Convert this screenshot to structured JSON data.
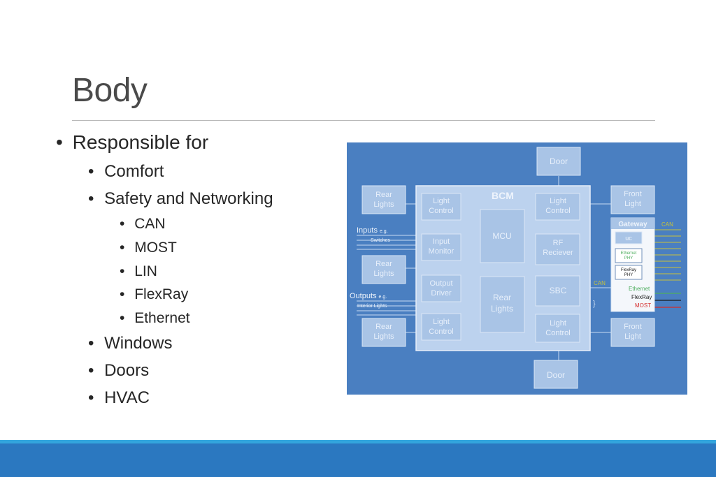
{
  "slide": {
    "title": "Body",
    "bullets": [
      {
        "text": "Responsible for",
        "level": 1
      },
      {
        "text": "Comfort",
        "level": 2
      },
      {
        "text": "Safety and Networking",
        "level": 2
      },
      {
        "text": "CAN",
        "level": 3
      },
      {
        "text": "MOST",
        "level": 3
      },
      {
        "text": "LIN",
        "level": 3
      },
      {
        "text": "FlexRay",
        "level": 3
      },
      {
        "text": "Ethernet",
        "level": 3
      },
      {
        "text": "Windows",
        "level": 2
      },
      {
        "text": "Doors",
        "level": 2
      },
      {
        "text": "HVAC",
        "level": 2
      }
    ],
    "bullet_char": "•"
  },
  "diagram": {
    "bcm_label": "BCM",
    "blocks": {
      "door_top": "Door",
      "door_bottom": "Door",
      "rear_lights_1": [
        "Rear",
        "Lights"
      ],
      "rear_lights_2": [
        "Rear",
        "Lights"
      ],
      "rear_lights_3": [
        "Rear",
        "Lights"
      ],
      "light_control_1": [
        "Light",
        "Control"
      ],
      "input_monitor": [
        "Input",
        "Monitor"
      ],
      "output_driver": [
        "Output",
        "Driver"
      ],
      "light_control_2": [
        "Light",
        "Control"
      ],
      "mcu": "MCU",
      "rear_lights_center": [
        "Rear",
        "Lights"
      ],
      "light_control_3": [
        "Light",
        "Control"
      ],
      "rf_receiver": [
        "RF",
        "Reciever"
      ],
      "sbc": "SBC",
      "light_control_4": [
        "Light",
        "Control"
      ],
      "front_light_1": [
        "Front",
        "Light"
      ],
      "front_light_2": [
        "Front",
        "Light"
      ]
    },
    "inputs_label": "Inputs",
    "inputs_eg": "e.g.",
    "inputs_sub": "Switches",
    "outputs_label": "Outputs",
    "outputs_eg": "e.g.",
    "outputs_sub": "Interior Lights",
    "can_label_1": "CAN",
    "gateway": {
      "title": "Gateway",
      "can_label": "CAN",
      "uc": "uc",
      "eth_phy": [
        "Ethernet",
        "PHY"
      ],
      "flexray_phy": [
        "FlexRay",
        "PHY"
      ],
      "buses": [
        {
          "name": "Ethernet",
          "color": "#4fae5f"
        },
        {
          "name": "FlexRay",
          "color": "#1a1a1a"
        },
        {
          "name": "MOST",
          "color": "#d42a2a"
        }
      ]
    },
    "colors": {
      "background": "#4a7fc1",
      "box_fill": "#a9c4e6",
      "box_stroke": "#dbe7f6",
      "text": "#e8f0fb",
      "line": "#c8dbf2",
      "can_line": "#c9c23a"
    }
  }
}
